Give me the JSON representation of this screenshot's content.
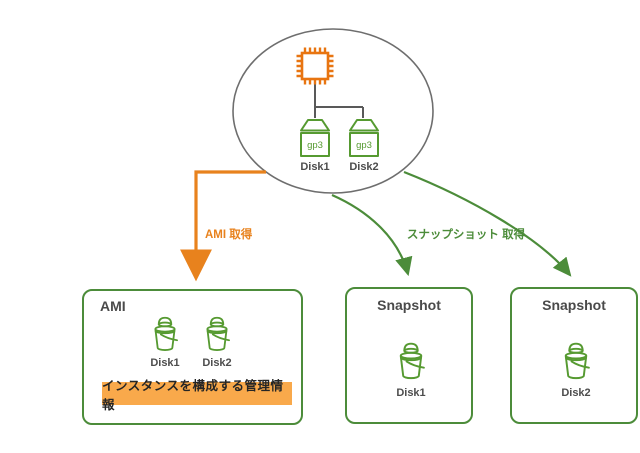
{
  "colors": {
    "orange": "#E8821D",
    "chip_orange": "#E87511",
    "green": "#4C8C3A",
    "icon_green": "#569A31",
    "banner_fill": "#F9A94B",
    "ellipse_gray": "#6E6E6E",
    "connector_gray": "#595959",
    "text_dark": "#4A4A4A"
  },
  "instance": {
    "volumes": [
      {
        "type": "gp3",
        "label": "Disk1"
      },
      {
        "type": "gp3",
        "label": "Disk2"
      }
    ]
  },
  "labels": {
    "ami_arrow": "AMI 取得",
    "snapshot_arrow": "スナップショット 取得"
  },
  "ami": {
    "title": "AMI",
    "disks": [
      "Disk1",
      "Disk2"
    ],
    "banner": "インスタンスを構成する管理情報"
  },
  "snapshots": [
    {
      "title": "Snapshot",
      "disk": "Disk1"
    },
    {
      "title": "Snapshot",
      "disk": "Disk2"
    }
  ]
}
